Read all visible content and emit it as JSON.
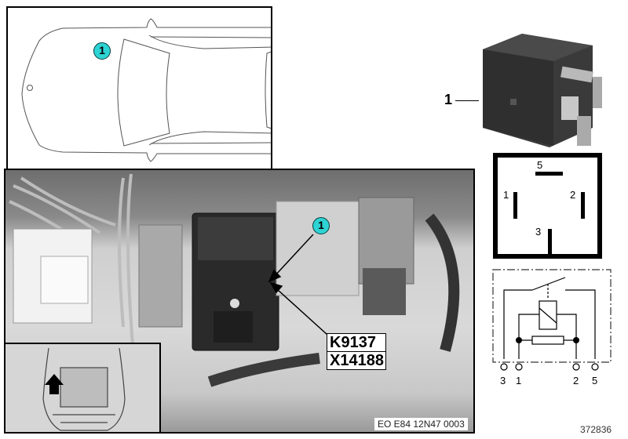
{
  "location_diagram": {
    "title": "Vehicle top view",
    "callout": "1"
  },
  "photo": {
    "callout": "1",
    "labels": [
      "K9137",
      "X14188"
    ],
    "reference": "EO E84 12N47 0003",
    "inset": "engine-bay-front-view"
  },
  "component": {
    "item_number": "1",
    "name": "Relay"
  },
  "pin_layout": {
    "pins": [
      {
        "id": "5",
        "orientation": "horizontal"
      },
      {
        "id": "1",
        "orientation": "vertical"
      },
      {
        "id": "2",
        "orientation": "vertical"
      },
      {
        "id": "3",
        "orientation": "vertical"
      }
    ]
  },
  "circuit": {
    "terminals": [
      "3",
      "1",
      "2",
      "5"
    ]
  },
  "document_number": "372836",
  "colors": {
    "callout_fill": "#2ed3d3",
    "line": "#000000"
  }
}
